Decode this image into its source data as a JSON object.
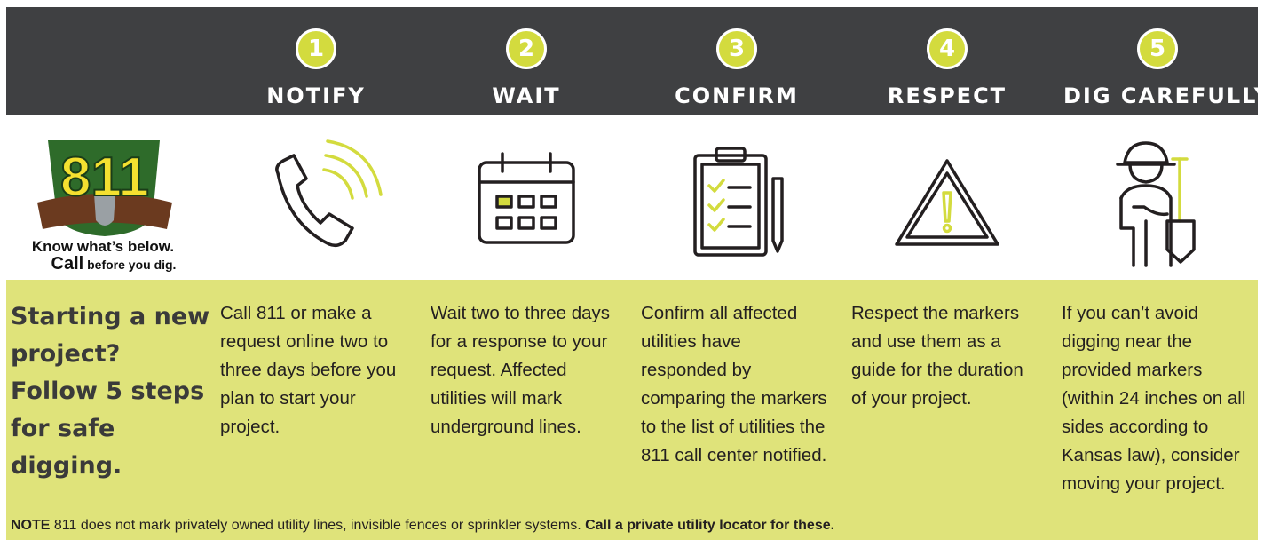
{
  "steps": [
    {
      "number": "1",
      "title": "NOTIFY",
      "icon": "phone-icon",
      "text": "Call 811 or make a request online two to three days before you plan to start your project."
    },
    {
      "number": "2",
      "title": "WAIT",
      "icon": "calendar-icon",
      "text": "Wait two to three days for a response to your request. Affected utilities will mark underground lines."
    },
    {
      "number": "3",
      "title": "CONFIRM",
      "icon": "clipboard-icon",
      "text": "Confirm all affected utilities have responded by comparing the markers to the list of utilities the 811 call center notified."
    },
    {
      "number": "4",
      "title": "RESPECT",
      "icon": "warning-icon",
      "text": "Respect the markers and use them as a guide for the duration of your project."
    },
    {
      "number": "5",
      "title": "DIG CAREFULLY",
      "icon": "digger-icon",
      "text": "If you can’t avoid digging near the provided markers (within 24 inches on all sides according to Kansas law), consider moving your project."
    }
  ],
  "intro": "Starting a new project? Follow 5 steps for safe digging.",
  "logo": {
    "number": "811",
    "line1": "Know what’s below.",
    "line2_bold": "Call",
    "line2_rest": "before you dig."
  },
  "note": {
    "label": "NOTE",
    "text": "811 does not mark privately owned utility lines, invisible fences or sprinkler systems.",
    "emphasis": "Call a private utility locator for these."
  },
  "colors": {
    "dark": "#3f4042",
    "accent": "#d3db3e",
    "band": "#dfe37a"
  }
}
